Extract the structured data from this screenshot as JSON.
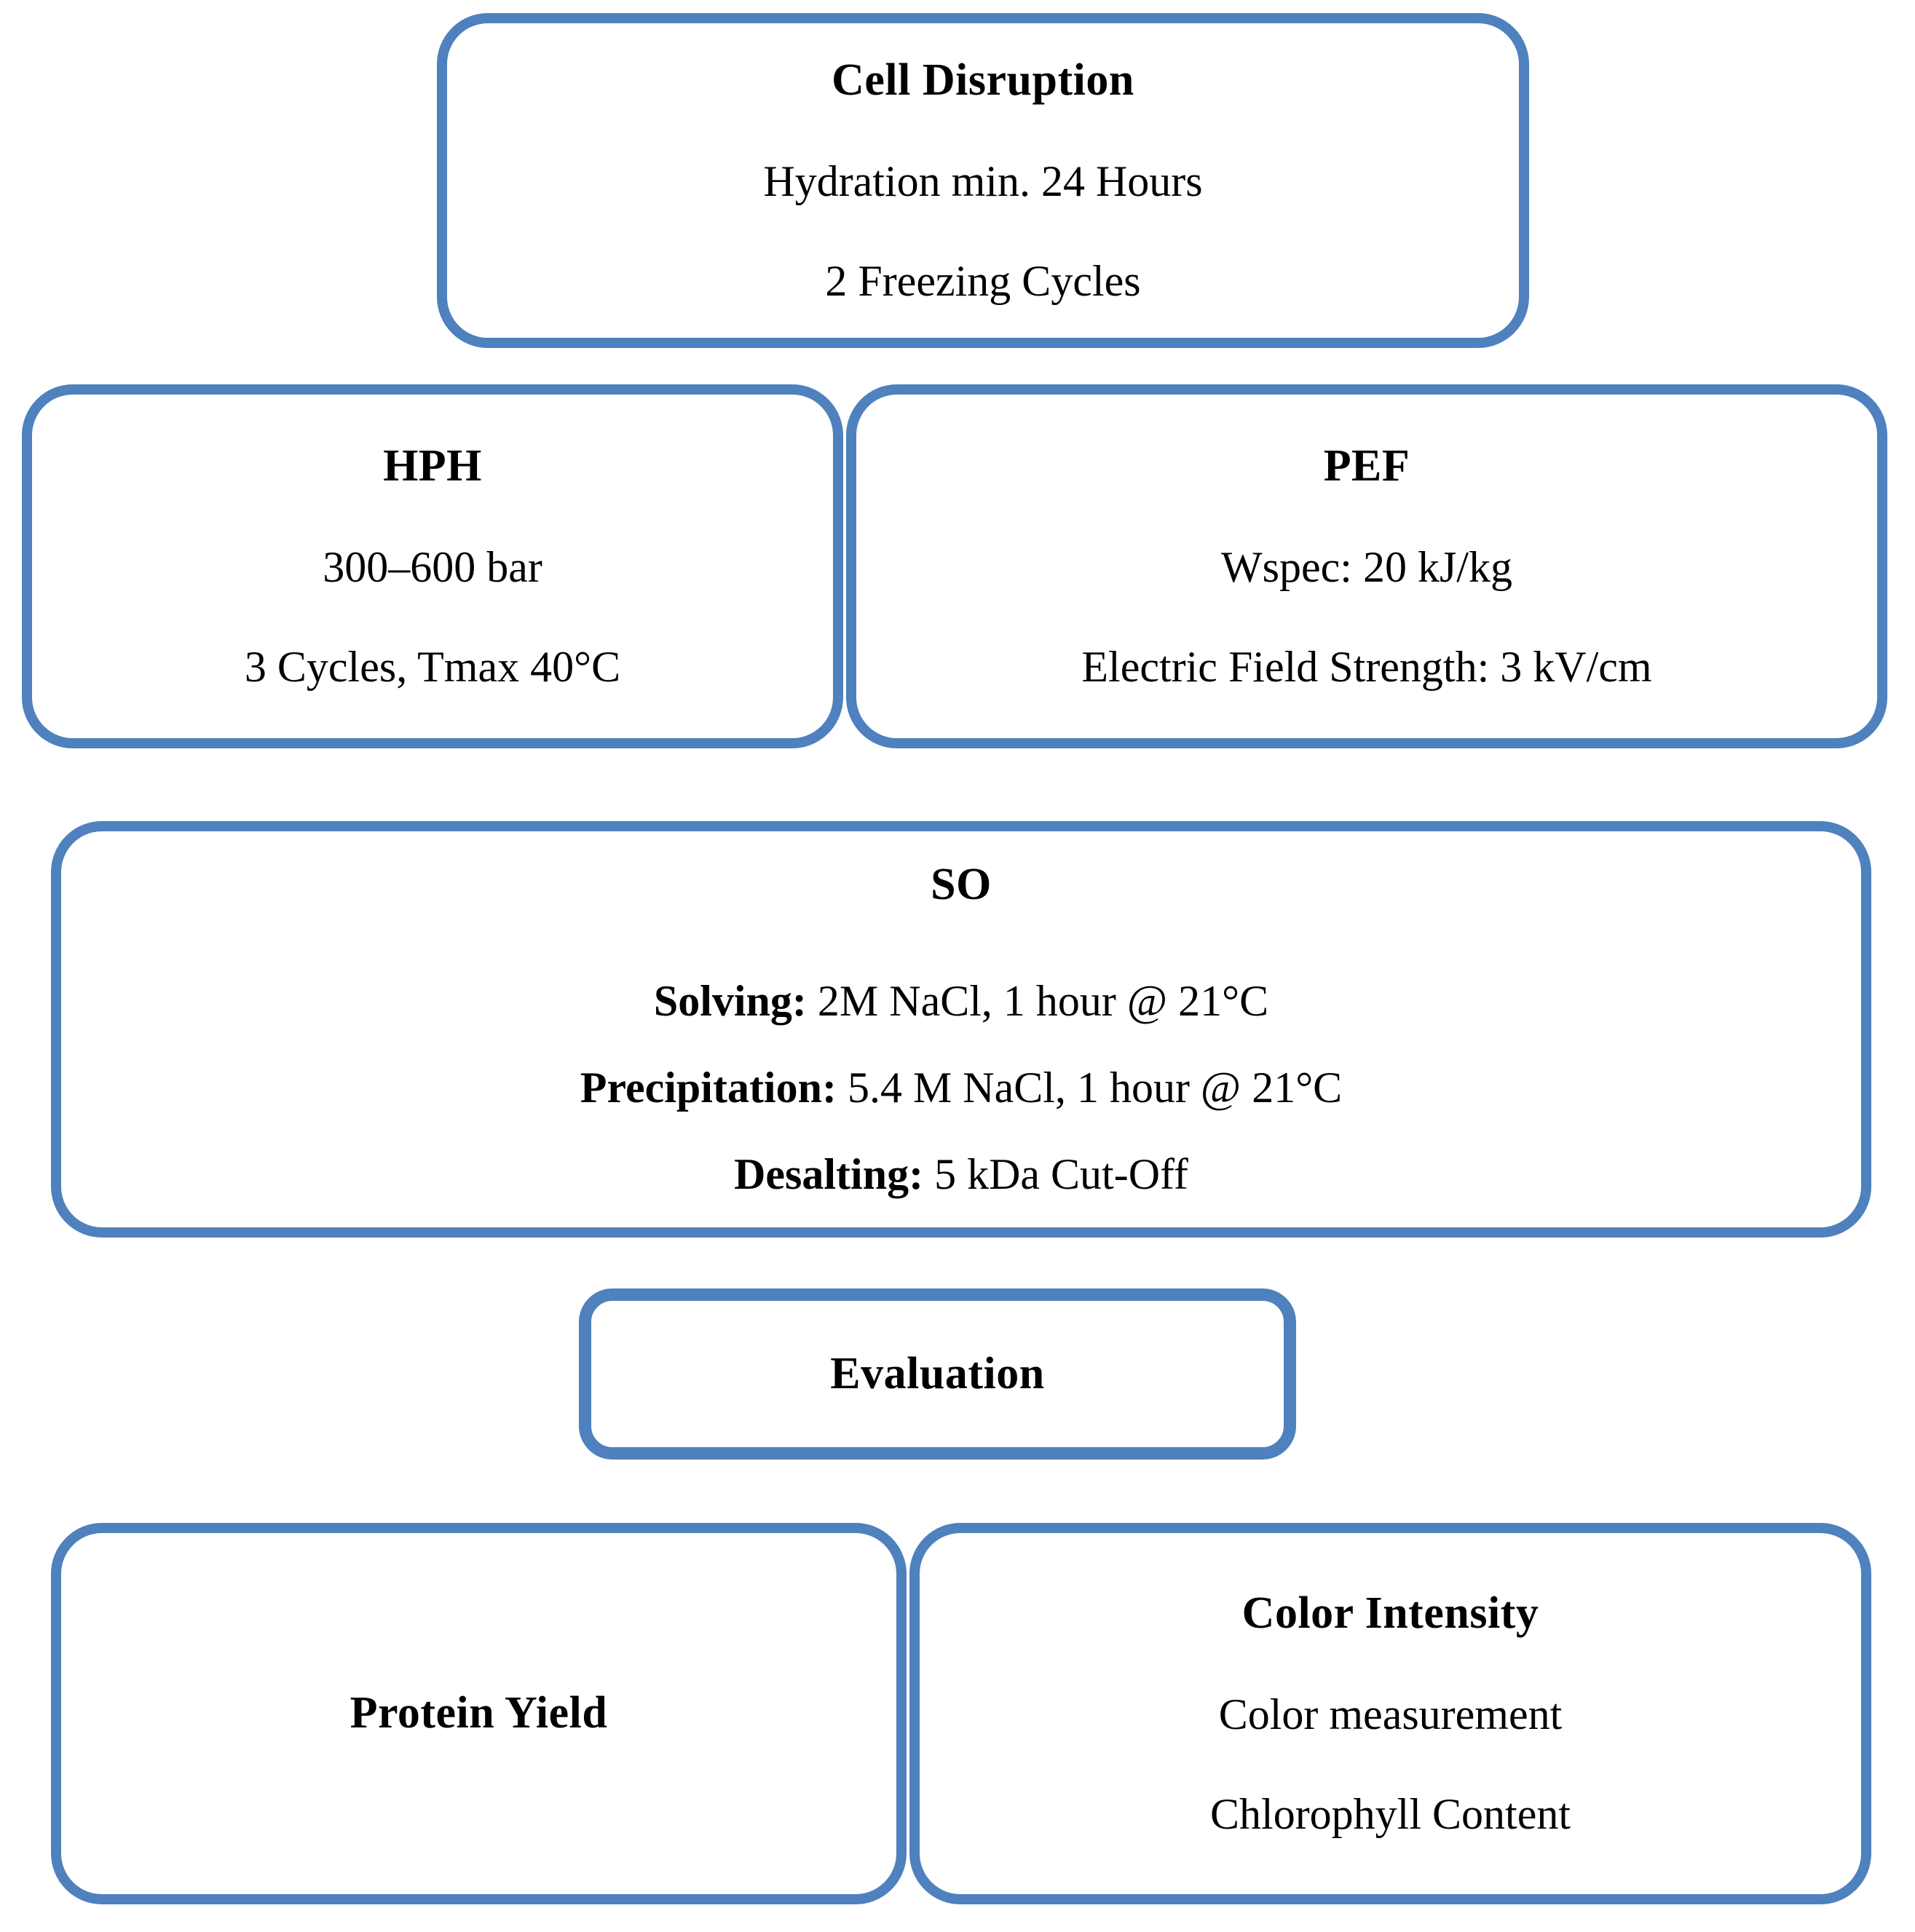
{
  "diagram": {
    "type": "process-flowchart",
    "accent_color": "#4E81BD",
    "background_color": "#FFFFFF",
    "text_color": "#000000",
    "nodes": [
      {
        "id": "cell-disruption",
        "title": "Cell Disruption",
        "lines": [
          "Hydration min. 24 Hours",
          "2 Freezing Cycles"
        ]
      },
      {
        "id": "hph",
        "title": "HPH",
        "lines": [
          "300–600 bar",
          "3 Cycles, Tmax 40°C"
        ]
      },
      {
        "id": "pef",
        "title": "PEF",
        "lines": [
          "Wspec: 20 kJ/kg",
          "Electric Field Strength: 3 kV/cm"
        ]
      },
      {
        "id": "so",
        "title": "SO",
        "entries": [
          {
            "label": "Solving:",
            "value": "2M NaCl, 1 hour @ 21°C"
          },
          {
            "label": "Precipitation:",
            "value": "5.4 M NaCl, 1 hour @ 21°C"
          },
          {
            "label": "Desalting:",
            "value": "5 kDa Cut-Off"
          }
        ]
      },
      {
        "id": "evaluation",
        "title": "Evaluation",
        "lines": []
      },
      {
        "id": "protein-yield",
        "title": "Protein Yield",
        "lines": []
      },
      {
        "id": "color-intensity",
        "title": "Color Intensity",
        "lines": [
          "Color measurement",
          "Chlorophyll Content"
        ]
      }
    ]
  }
}
